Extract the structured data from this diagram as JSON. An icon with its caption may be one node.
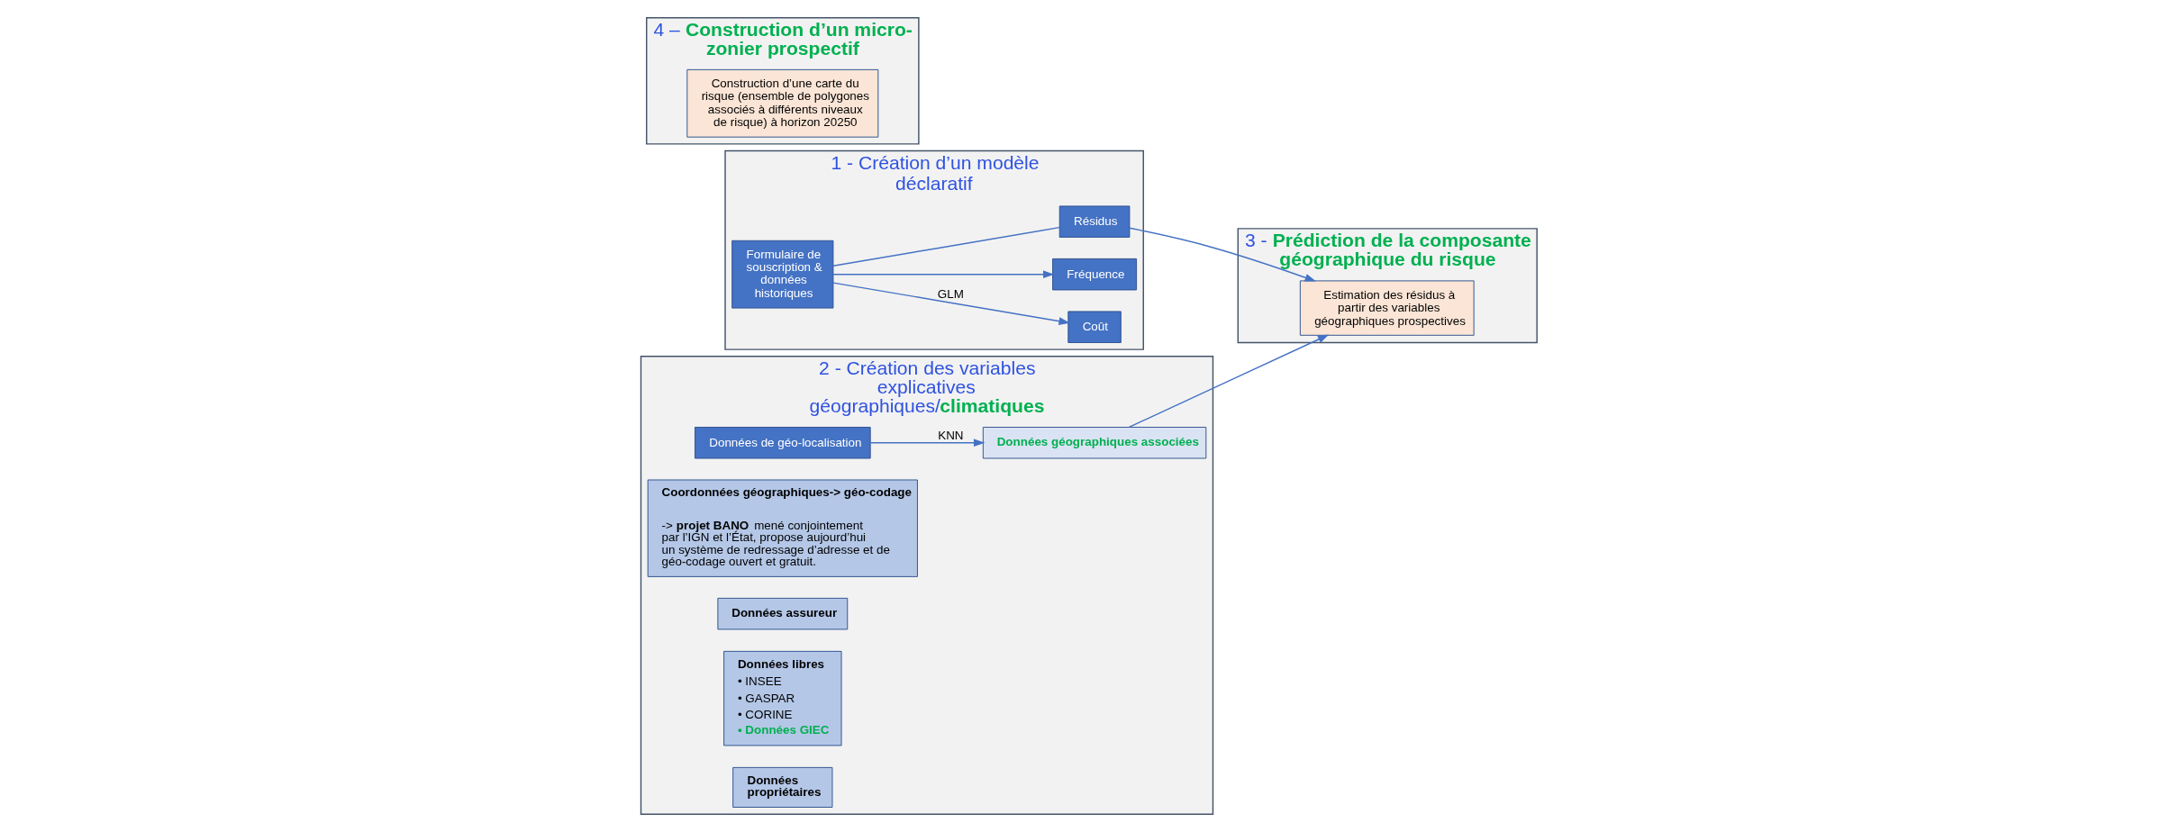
{
  "diagram": {
    "nodes": [
      {
        "text": [
          "1 - Création d’un modèle déclaratif"
        ]
      },
      {
        "text": [
          "Formulaire de souscription & données historiques"
        ],
        "in": 0
      },
      {
        "text": [
          "Coût"
        ],
        "in": 0
      },
      {
        "text": [
          "Fréquence"
        ],
        "in": 0
      },
      {
        "text": [
          "Résidus"
        ],
        "in": 0
      },
      {
        "text": [
          "3 - **Prédiction de la composante géographique du risque**"
        ]
      },
      {
        "text": [
          "Estimation des résidus à partir des variables géographiques prospectives"
        ],
        "in": 5
      },
      {
        "text": [
          "2 - Création des variables explicatives géographiques/**climatiques**"
        ]
      },
      {
        "text": [
          "Données de géo-localisation"
        ],
        "in": 7
      },
      {
        "text": [
          "Coordonnées géographiques-> géo-codage",
          "-> **projet BANO** mené conjointement par l’IGN et l’État, propose aujourd’hui un système de redressage d’adresse et de géo-codage ouvert et gratuit."
        ],
        "in": 7
      },
      {
        "text": [
          "Données géographiques associées"
        ],
        "in": 7
      },
      {
        "text": [
          "Données assureur"
        ],
        "in": 7
      },
      {
        "text": [
          "Données libres",
          "• INSEE",
          "• GASPAR",
          "• CORINE",
          "**• Données GIEC**"
        ],
        "in": 7
      },
      {
        "text": [
          "Données propriétaires"
        ],
        "in": 7
      },
      {
        "text": [
          "4 – **Construction d’un micro-zonier prospectif**"
        ]
      },
      {
        "text": [
          "Construction d’une carte du risque (ensemble de polygones associés à différents niveaux de risque) à horizon 20250"
        ],
        "in": 14
      }
    ],
    "edges": [
      {
        "from": 1,
        "to": 2,
        "arrow": "to",
        "label": "GLM"
      },
      {
        "from": 1,
        "to": 3,
        "arrow": "to"
      },
      {
        "from": 1,
        "to": 4,
        "arrow": "none"
      },
      {
        "from": 4,
        "to": 6,
        "arrow": "to"
      },
      {
        "from": 8,
        "to": 10,
        "arrow": "to",
        "label": "KNN"
      },
      {
        "from": 10,
        "to": 6,
        "arrow": "to"
      }
    ]
  }
}
